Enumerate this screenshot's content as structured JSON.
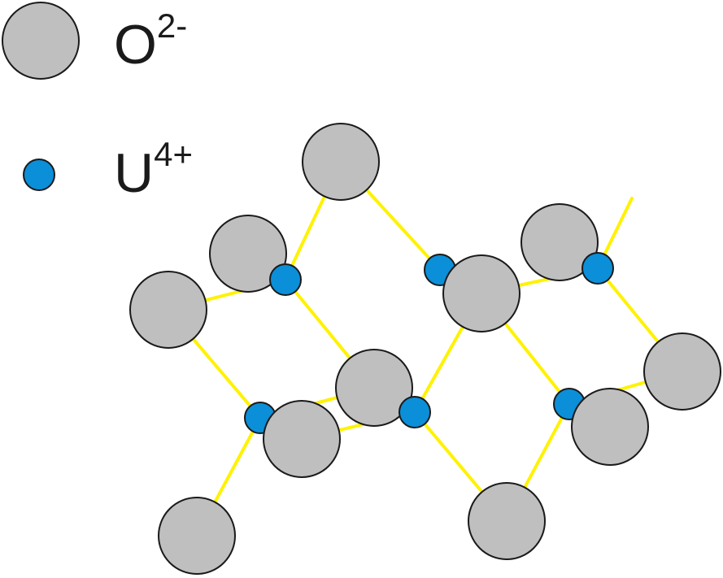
{
  "legend": {
    "oxygen": {
      "symbol": "O",
      "charge": "2-"
    },
    "uranium": {
      "symbol": "U",
      "charge": "4+"
    }
  },
  "colors": {
    "oxygen_fill": "#c0bfbf",
    "uranium_fill": "#0b8fd8",
    "bond": "#fff200",
    "outline": "#1a1a1a"
  }
}
